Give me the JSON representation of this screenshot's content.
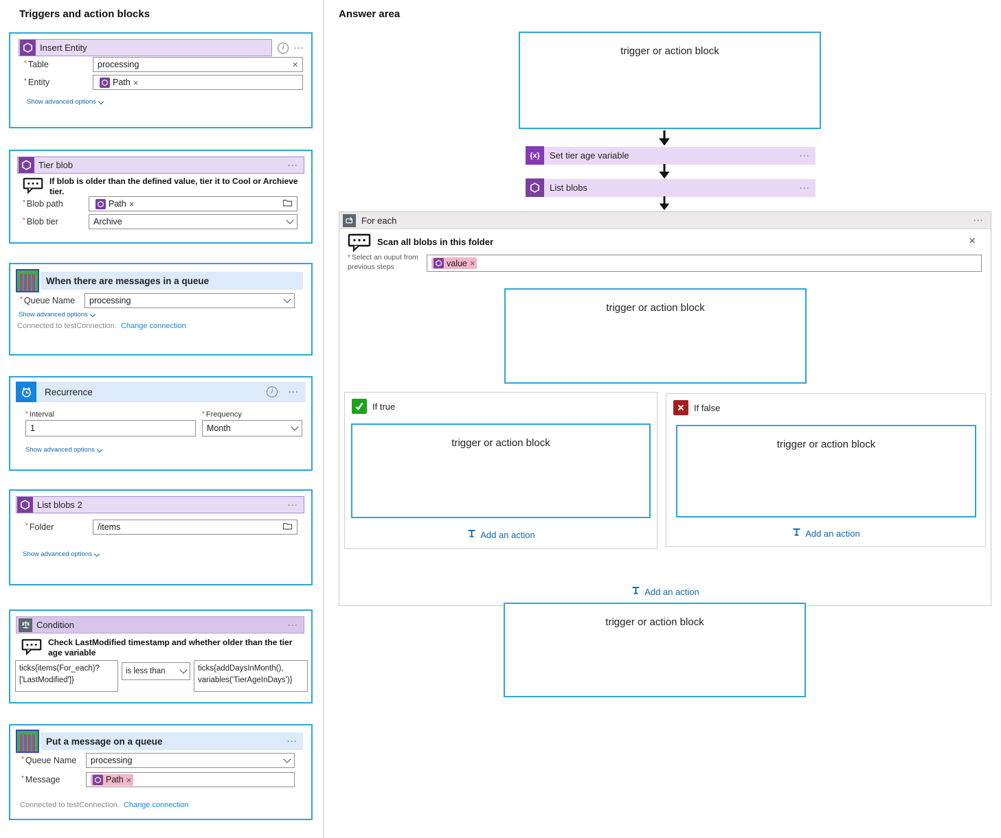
{
  "colors": {
    "accent_blue_border": "#2aa5dc",
    "purple_icon": "#7b3f9e",
    "lavender_header": "#e7daf4",
    "blue_header": "#dceafa",
    "pink_token": "#f4b6c8",
    "link_blue": "#1065b0",
    "green_check": "#1ea21e",
    "red_x": "#a51d1d"
  },
  "icons": {
    "close": "×",
    "ellipsis": "···",
    "info": "i",
    "var_x": "{x}"
  },
  "left": {
    "title": "Triggers and action blocks",
    "insert_entity": {
      "title": "Insert Entity",
      "table_label": "Table",
      "table_value": "processing",
      "entity_label": "Entity",
      "entity_token": "Path",
      "advanced": "Show advanced options"
    },
    "tier_blob": {
      "title": "Tier blob",
      "comment": "If blob is older than the defined value, tier it to Cool or Archieve tier.",
      "path_label": "Blob path",
      "path_token": "Path",
      "tier_label": "Blob tier",
      "tier_value": "Archive"
    },
    "queue_trigger": {
      "title": "When there are messages in a queue",
      "queue_label": "Queue Name",
      "queue_value": "processing",
      "advanced": "Show advanced options",
      "connected": "Connected to testConnection.",
      "change": "Change connection"
    },
    "recurrence": {
      "title": "Recurrence",
      "interval_label": "Interval",
      "interval_value": "1",
      "frequency_label": "Frequency",
      "frequency_value": "Month",
      "advanced": "Show advanced options"
    },
    "list_blobs2": {
      "title": "List blobs 2",
      "folder_label": "Folder",
      "folder_value": "/items",
      "advanced": "Show advanced options"
    },
    "condition": {
      "title": "Condition",
      "comment": "Check LastModified timestamp and whether older than the tier age variable",
      "expr_left_l1": "ticks{items(For_each)?",
      "expr_left_l2": "['LastModified']}",
      "operator": "is less than",
      "expr_right_l1": "ticks{addDaysInMonth(),",
      "expr_right_l2": "variables('TierAgeInDays')}"
    },
    "put_message": {
      "title": "Put a message on a queue",
      "queue_label": "Queue Name",
      "queue_value": "processing",
      "message_label": "Message",
      "message_token": "Path",
      "connected": "Connected to testConnection.",
      "change": "Change connection"
    }
  },
  "answer": {
    "title": "Answer area",
    "dropzone_label": "trigger or action block",
    "set_variable": "Set tier age variable",
    "list_blobs": "List blobs",
    "foreach": {
      "title": "For each",
      "comment": "Scan all blobs in this folder",
      "select_label_l1": "Select an ouput from",
      "select_label_l2": "previous steps",
      "value_token": "value",
      "if_true": "If true",
      "if_false": "If false",
      "add_action": "Add an action"
    }
  }
}
